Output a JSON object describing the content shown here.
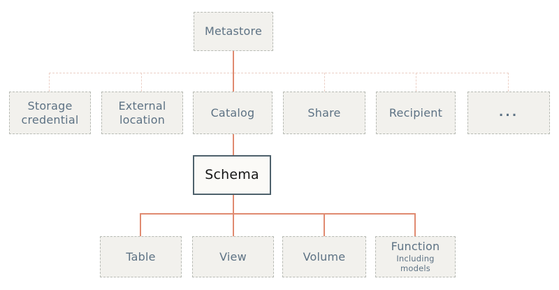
{
  "diagram": {
    "type": "hierarchy",
    "root": {
      "label": "Metastore"
    },
    "level2": [
      {
        "label": "Storage credential"
      },
      {
        "label": "External location"
      },
      {
        "label": "Catalog"
      },
      {
        "label": "Share"
      },
      {
        "label": "Recipient"
      },
      {
        "label": "..."
      }
    ],
    "level3": {
      "label": "Schema"
    },
    "level4": [
      {
        "label": "Table"
      },
      {
        "label": "View"
      },
      {
        "label": "Volume"
      },
      {
        "label": "Function",
        "sublabel": "Including models"
      }
    ],
    "colors": {
      "solid_connector": "#e08a70",
      "dashed_connector": "#eccfc5",
      "node_fill": "#f2f1ed",
      "node_border": "#b7bab4",
      "node_text": "#5d7284",
      "schema_border": "#4e616c",
      "schema_fill": "#fbfaf7",
      "schema_text": "#161616",
      "background": "#ffffff"
    }
  }
}
